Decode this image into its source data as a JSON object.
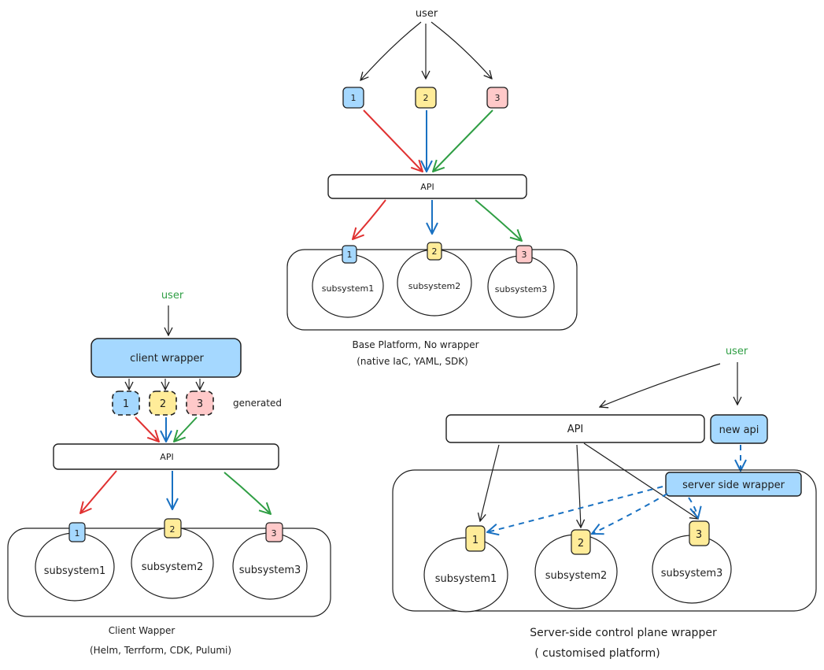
{
  "colors": {
    "stroke": "#1e1e1e",
    "blue_fill": "#a5d8ff",
    "yellow_fill": "#ffec99",
    "pink_fill": "#ffc9c9",
    "red": "#e03131",
    "blue": "#1971c2",
    "green": "#2f9e44",
    "user_green": "#2f9e44"
  },
  "base": {
    "user": "user",
    "badges": [
      "1",
      "2",
      "3"
    ],
    "api": "API",
    "subsystems": [
      "subsystem1",
      "subsystem2",
      "subsystem3"
    ],
    "caption1": "Base Platform, No wrapper",
    "caption2": "(native IaC, YAML, SDK)"
  },
  "client": {
    "user": "user",
    "wrapper": "client wrapper",
    "badges": [
      "1",
      "2",
      "3"
    ],
    "generated": "generated",
    "api": "API",
    "subsystems": [
      "subsystem1",
      "subsystem2",
      "subsystem3"
    ],
    "caption1": "Client Wapper",
    "caption2": "(Helm, Terrform, CDK, Pulumi)"
  },
  "server": {
    "user": "user",
    "api": "API",
    "new_api": "new api",
    "wrapper": "server side wrapper",
    "badges": [
      "1",
      "2",
      "3"
    ],
    "subsystems": [
      "subsystem1",
      "subsystem2",
      "subsystem3"
    ],
    "caption1": "Server-side control plane wrapper",
    "caption2": "( customised platform)"
  }
}
